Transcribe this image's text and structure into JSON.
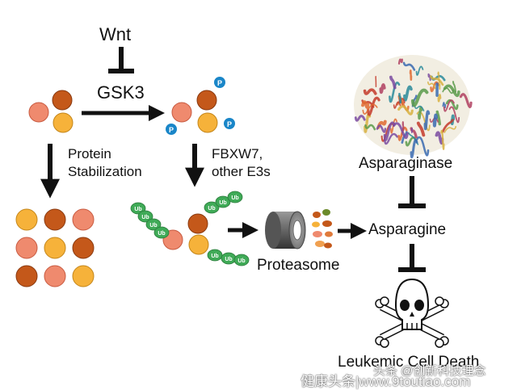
{
  "labels": {
    "wnt": "Wnt",
    "gsk3": "GSK3",
    "protein_stabilization": [
      "Protein",
      "Stabilization"
    ],
    "e3s": [
      "FBXW7,",
      "other E3s"
    ],
    "proteasome": "Proteasome",
    "asparaginase": "Asparaginase",
    "asparagine": "Asparagine",
    "death": "Leukemic Cell Death"
  },
  "badges": {
    "phospho": "P",
    "ubiquitin": "Ub"
  },
  "watermark": {
    "line1": "头条 @创新科技理念",
    "line2": "健康头条|www.9toutiao.com"
  },
  "colors": {
    "salmon": "#ef8a6e",
    "orange": "#c4581a",
    "yellow": "#f6b23a",
    "phospho": "#1a86c8",
    "ubiquitin": "#3faa57",
    "arrow": "#111111"
  },
  "icons": [
    "proteasome-cylinder-icon",
    "skull-crossbones-icon",
    "asparaginase-protein-structure-icon"
  ]
}
